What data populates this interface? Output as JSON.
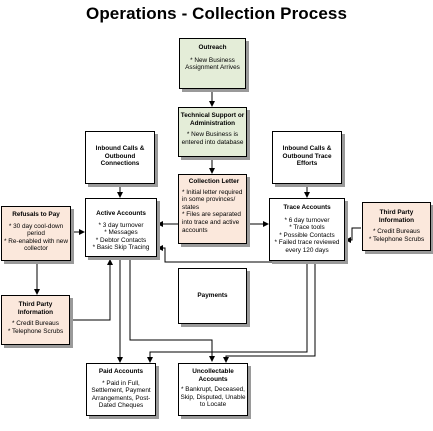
{
  "title": "Operations - Collection Process",
  "colors": {
    "green_fill": "#e4edd8",
    "peach_fill": "#fbe8dc",
    "white_fill": "#ffffff",
    "border": "#000000",
    "shadow": "#9a9a9a"
  },
  "outreach": {
    "heading": "Outreach",
    "lines": [
      "* New Business",
      "Assignment Arrives"
    ]
  },
  "tech_support": {
    "heading": "Technical Support or Administration",
    "lines": [
      "* New Business is",
      "entered into database"
    ]
  },
  "inbound_outbound": {
    "heading": "Inbound Calls & Outbound Connections"
  },
  "collection_letter": {
    "heading": "Collection Letter",
    "lines": [
      "* Initial letter required",
      "in some provinces/",
      "states",
      "* Files are separated",
      "into trace and active",
      "accounts"
    ]
  },
  "inbound_trace": {
    "heading": "Inbound Calls & Outbound Trace Efforts"
  },
  "refusals": {
    "heading": "Refusals to Pay",
    "lines": [
      "* 30 day cool-down",
      "period",
      "* Re-enabled with new",
      "collector"
    ]
  },
  "active_accounts": {
    "heading": "Active Accounts",
    "lines": [
      "* 3 day turnover",
      "* Messages",
      "* Debtor Contacts",
      "* Basic Skip Tracing"
    ]
  },
  "trace_accounts": {
    "heading": "Trace Accounts",
    "lines": [
      "* 6 day turnover",
      "* Trace tools",
      "* Possible Contacts",
      "* Failed trace reviewed",
      "every 120 days"
    ]
  },
  "third_party_right": {
    "heading": "Third Party Information",
    "lines": [
      "* Credit Bureaus",
      "* Telephone Scrubs"
    ]
  },
  "payments": {
    "heading": "Payments"
  },
  "third_party_left": {
    "heading": "Third Party Information",
    "lines": [
      "* Credit Bureaus",
      "* Telephone Scrubs"
    ]
  },
  "paid_accounts": {
    "heading": "Paid Accounts",
    "lines": [
      "* Paid in Full,",
      "Settlement, Payment",
      "Arrangements, Post-",
      "Dated Cheques"
    ]
  },
  "uncollectable": {
    "heading": "Uncollectable Accounts",
    "lines": [
      "* Bankrupt, Deceased,",
      "Skip, Disputed, Unable",
      "to Locate"
    ]
  }
}
